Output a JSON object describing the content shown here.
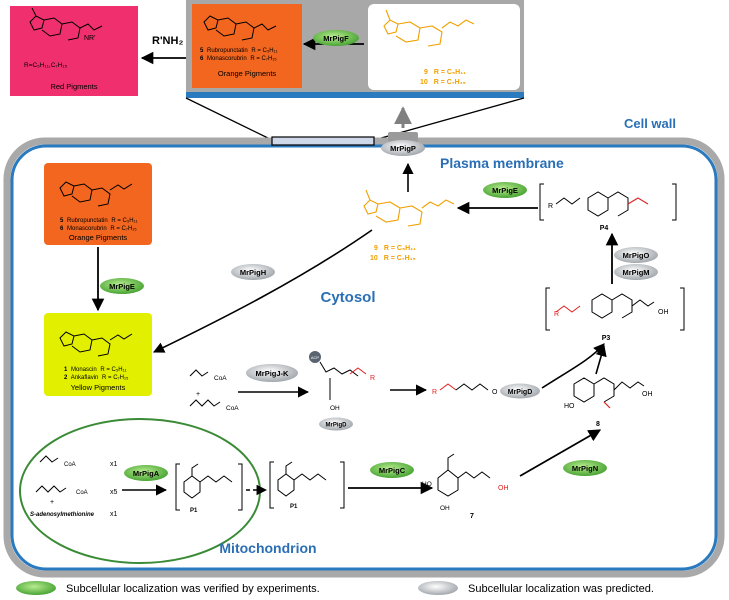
{
  "compartments": {
    "cell_wall": "Cell wall",
    "plasma_membrane": "Plasma membrane",
    "cytosol": "Cytosol",
    "mitochondrion": "Mitochondrion"
  },
  "pigment_groups": {
    "red": "Red Pigments",
    "orange": "Orange Pigments",
    "yellow": "Yellow Pigments"
  },
  "red_box": {
    "r_group": "R=C₅H₁₁,C₇H₁₅",
    "nh_label": "NR'"
  },
  "amine_label": "R'NH₂",
  "orange_compounds": [
    {
      "num": "5",
      "name": "Rubropunctatin",
      "formula": "R = C₅H₁₁"
    },
    {
      "num": "6",
      "name": "Monascorubrin",
      "formula": "R = C₇H₁₅"
    }
  ],
  "yellow_compounds": [
    {
      "num": "1",
      "name": "Monascin",
      "formula": "R = C₅H₁₁"
    },
    {
      "num": "2",
      "name": "Ankaflavin",
      "formula": "R = C₇H₁₅"
    }
  ],
  "precursor_compounds": [
    {
      "num": "9",
      "formula": "R = C₅H₁₁"
    },
    {
      "num": "10",
      "formula": "R = C₇H₁₅"
    }
  ],
  "enzymes": {
    "pigF": "MrPigF",
    "pigP": "MrPigP",
    "pigE_top": "MrPigE",
    "pigE_left": "MrPigE",
    "pigH": "MrPigH",
    "pigJK": "MrPigJ-K",
    "pigO": "MrPigO",
    "pigM": "MrPigM",
    "pigA": "MrPigA",
    "pigC": "MrPigC",
    "pigN": "MrPigN",
    "pigD_acp": "MrPigD",
    "pigD_ester": "MrPigD"
  },
  "intermediates": {
    "p1": "P1",
    "p3": "P3",
    "p4": "P4",
    "c7": "7",
    "c8": "8"
  },
  "substrates": {
    "acetyl_coa": "CoA",
    "malonyl_coa": "CoA",
    "sam": "S-adenosylmethionine",
    "x1a": "x1",
    "x5": "x5",
    "x1b": "x1",
    "acp": "ACP",
    "r_label": "R",
    "o_label": "O",
    "oh_label": "OH",
    "ho_label": "HO"
  },
  "legend": {
    "verified": "Subcellular localization was verified by experiments.",
    "predicted": "Subcellular localization was predicted."
  },
  "colors": {
    "red_box": "#f0306e",
    "orange_box": "#f2661f",
    "yellow_box": "#e2f000",
    "precursor_text": "#f0a000",
    "cell_wall": "#a9a9a9",
    "membrane": "#2a7ac0",
    "label_blue": "#2a6fb5",
    "verified_enzyme": "#69c24a",
    "predicted_enzyme": "#d2d2d2",
    "mito": "#3a8a36",
    "red_chem": "#e02020"
  },
  "icons": [
    "arrow-icon",
    "dashed-arrow-icon",
    "curved-arrow-icon",
    "enzyme-oval-icon"
  ]
}
